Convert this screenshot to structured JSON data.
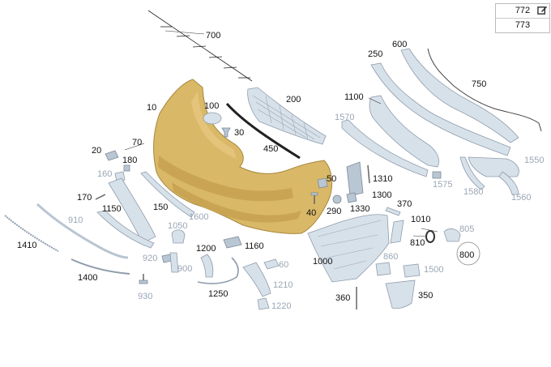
{
  "references": [
    {
      "id": "772",
      "icon": "edit-icon"
    },
    {
      "id": "773"
    }
  ],
  "callouts": {
    "c700": "700",
    "c10": "10",
    "c100": "100",
    "c30": "30",
    "c200": "200",
    "c450": "450",
    "c250": "250",
    "c600": "600",
    "c750": "750",
    "c1100": "1100",
    "c1570": "1570",
    "c1550": "1550",
    "c1575": "1575",
    "c1580": "1580",
    "c1560": "1560",
    "c20": "20",
    "c70": "70",
    "c180": "180",
    "c160": "160",
    "c170": "170",
    "c1150": "1150",
    "c150": "150",
    "c1600": "1600",
    "c910": "910",
    "c1410": "1410",
    "c1050": "1050",
    "c50": "50",
    "c1310": "1310",
    "c1300": "1300",
    "c40": "40",
    "c290": "290",
    "c1330": "1330",
    "c370": "370",
    "c1010": "1010",
    "c805": "805",
    "c810": "810",
    "c800": "800",
    "c1200": "1200",
    "c1160": "1160",
    "c920": "920",
    "c900": "900",
    "c1400": "1400",
    "c930": "930",
    "c1250": "1250",
    "c60": "60",
    "c1210": "1210",
    "c1220": "1220",
    "c1000": "1000",
    "c860": "860",
    "c1500": "1500",
    "c360": "360",
    "c350": "350"
  }
}
